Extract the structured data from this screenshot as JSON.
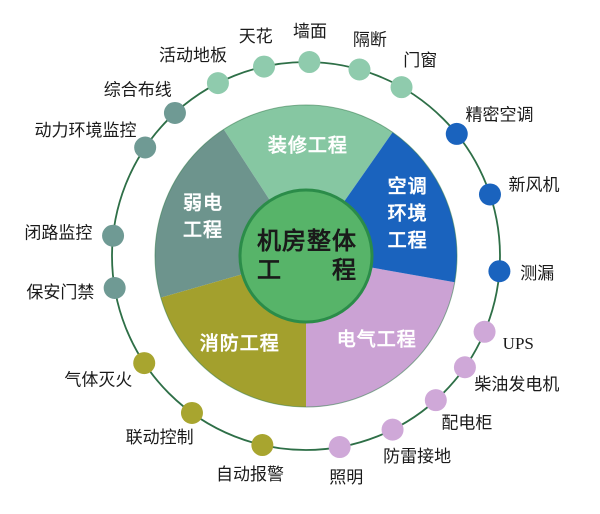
{
  "diagram": {
    "center": {
      "line1": "机房整体",
      "line2": "工　　程"
    },
    "segments": [
      {
        "key": "decoration",
        "lines": [
          "装修工程"
        ],
        "color": "#86c7a2",
        "start": 55,
        "end": 123
      },
      {
        "key": "weak-current",
        "lines": [
          "弱电",
          "工程"
        ],
        "color": "#6d948d",
        "start": 123,
        "end": 196
      },
      {
        "key": "fire-protection",
        "lines": [
          "消防工程"
        ],
        "color": "#a3a02d",
        "start": 196,
        "end": 270
      },
      {
        "key": "electrical",
        "lines": [
          "电气工程"
        ],
        "color": "#cba2d4",
        "start": 270,
        "end": 350
      },
      {
        "key": "hvac-environment",
        "lines": [
          "空调",
          "环境",
          "工程"
        ],
        "color": "#1a63be",
        "start": 350,
        "end": 415
      }
    ],
    "ring_items": [
      {
        "key": "raised-floor",
        "label": "活动地板",
        "group": "decoration",
        "color": "#8fcbad",
        "angle": 117
      },
      {
        "key": "ceiling",
        "label": "天花",
        "group": "decoration",
        "color": "#8fcbad",
        "angle": 102.5
      },
      {
        "key": "wall",
        "label": "墙面",
        "group": "decoration",
        "color": "#8fcbad",
        "angle": 89
      },
      {
        "key": "partition",
        "label": "隔断",
        "group": "decoration",
        "color": "#8fcbad",
        "angle": 74
      },
      {
        "key": "doors-windows",
        "label": "门窗",
        "group": "decoration",
        "color": "#8fcbad",
        "angle": 60.5
      },
      {
        "key": "precision-ac",
        "label": "精密空调",
        "group": "hvac-environment",
        "color": "#1a63be",
        "angle": 39
      },
      {
        "key": "fresh-air-unit",
        "label": "新风机",
        "group": "hvac-environment",
        "color": "#1a63be",
        "angle": 18.5
      },
      {
        "key": "leak-detection",
        "label": "测漏",
        "group": "hvac-environment",
        "color": "#1a63be",
        "angle": -4.5
      },
      {
        "key": "ups",
        "label": "UPS",
        "group": "electrical",
        "color": "#cfa8d8",
        "angle": -23
      },
      {
        "key": "diesel-generator",
        "label": "柴油发电机",
        "group": "electrical",
        "color": "#cfa8d8",
        "angle": -35
      },
      {
        "key": "distribution-cabinet",
        "label": "配电柜",
        "group": "electrical",
        "color": "#cfa8d8",
        "angle": -48
      },
      {
        "key": "lightning-grounding",
        "label": "防雷接地",
        "group": "electrical",
        "color": "#cfa8d8",
        "angle": -63.5
      },
      {
        "key": "lighting",
        "label": "照明",
        "group": "electrical",
        "color": "#cfa8d8",
        "angle": -80
      },
      {
        "key": "auto-alarm",
        "label": "自动报警",
        "group": "fire-protection",
        "color": "#a8a52f",
        "angle": -103
      },
      {
        "key": "linkage-control",
        "label": "联动控制",
        "group": "fire-protection",
        "color": "#a8a52f",
        "angle": -126
      },
      {
        "key": "gas-fire-suppression",
        "label": "气体灭火",
        "group": "fire-protection",
        "color": "#a8a52f",
        "angle": -146.5
      },
      {
        "key": "security-access",
        "label": "保安门禁",
        "group": "weak-current",
        "color": "#6f9a94",
        "angle": -170.5
      },
      {
        "key": "cctv-monitoring",
        "label": "闭路监控",
        "group": "weak-current",
        "color": "#6f9a94",
        "angle": 174
      },
      {
        "key": "power-env-monitoring",
        "label": "动力环境监控",
        "group": "weak-current",
        "color": "#6f9a94",
        "angle": 146
      },
      {
        "key": "structured-cabling",
        "label": "综合布线",
        "group": "weak-current",
        "color": "#6f9a94",
        "angle": 132.5
      }
    ],
    "colors": {
      "background": "#ffffff",
      "ring_line": "#2e6f47",
      "pie_outline": "#337a4d",
      "center_fill": "#57b469",
      "center_border": "#2b8c49",
      "label_text": "#1a1a1a",
      "segment_text": "#ffffff"
    }
  }
}
